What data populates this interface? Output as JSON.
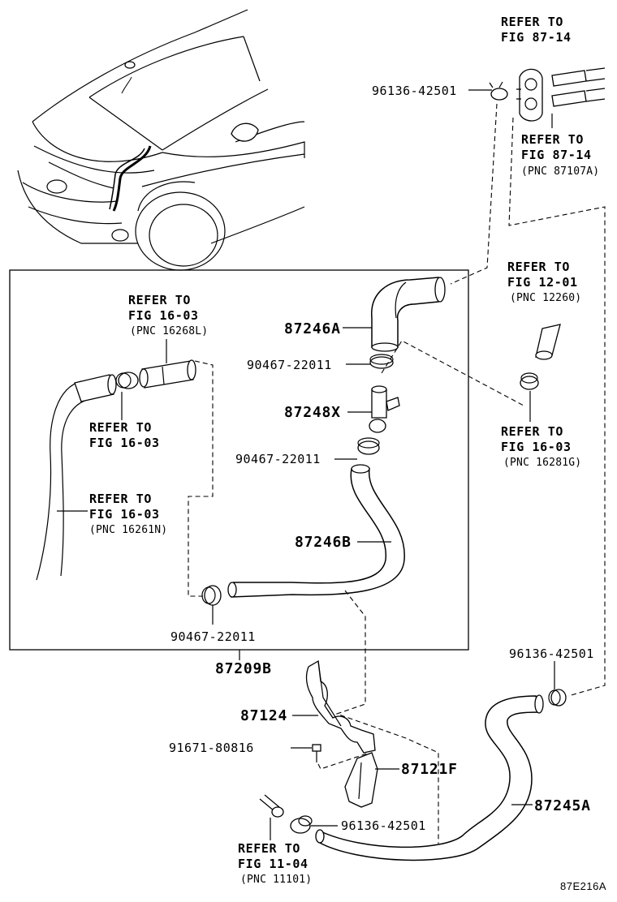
{
  "figure_code": "87E216A",
  "parts": {
    "p87246A": "87246A",
    "p87248X": "87248X",
    "p87246B": "87246B",
    "p87209B": "87209B",
    "p87124": "87124",
    "p87121F": "87121F",
    "p87245A": "87245A",
    "clamp_90467_a": "90467-22011",
    "clamp_90467_b": "90467-22011",
    "clamp_90467_c": "90467-22011",
    "clamp_96136_top": "96136-42501",
    "clamp_96136_right": "96136-42501",
    "clamp_96136_bottom": "96136-42501",
    "bolt_91671": "91671-80816"
  },
  "references": {
    "r1": {
      "line1": "REFER TO",
      "line2": "FIG 87-14"
    },
    "r2": {
      "line1": "REFER TO",
      "line2": "FIG 87-14",
      "pnc": "(PNC 87107A)"
    },
    "r3": {
      "line1": "REFER TO",
      "line2": "FIG 12-01",
      "pnc": "(PNC 12260)"
    },
    "r4": {
      "line1": "REFER TO",
      "line2": "FIG 16-03",
      "pnc": "(PNC 16268L)"
    },
    "r5": {
      "line1": "REFER TO",
      "line2": "FIG 16-03"
    },
    "r6": {
      "line1": "REFER TO",
      "line2": "FIG 16-03",
      "pnc": "(PNC 16261N)"
    },
    "r7": {
      "line1": "REFER TO",
      "line2": "FIG 16-03",
      "pnc": "(PNC 16281G)"
    },
    "r8": {
      "line1": "REFER TO",
      "line2": "FIG 11-04",
      "pnc": "(PNC 11101)"
    }
  }
}
